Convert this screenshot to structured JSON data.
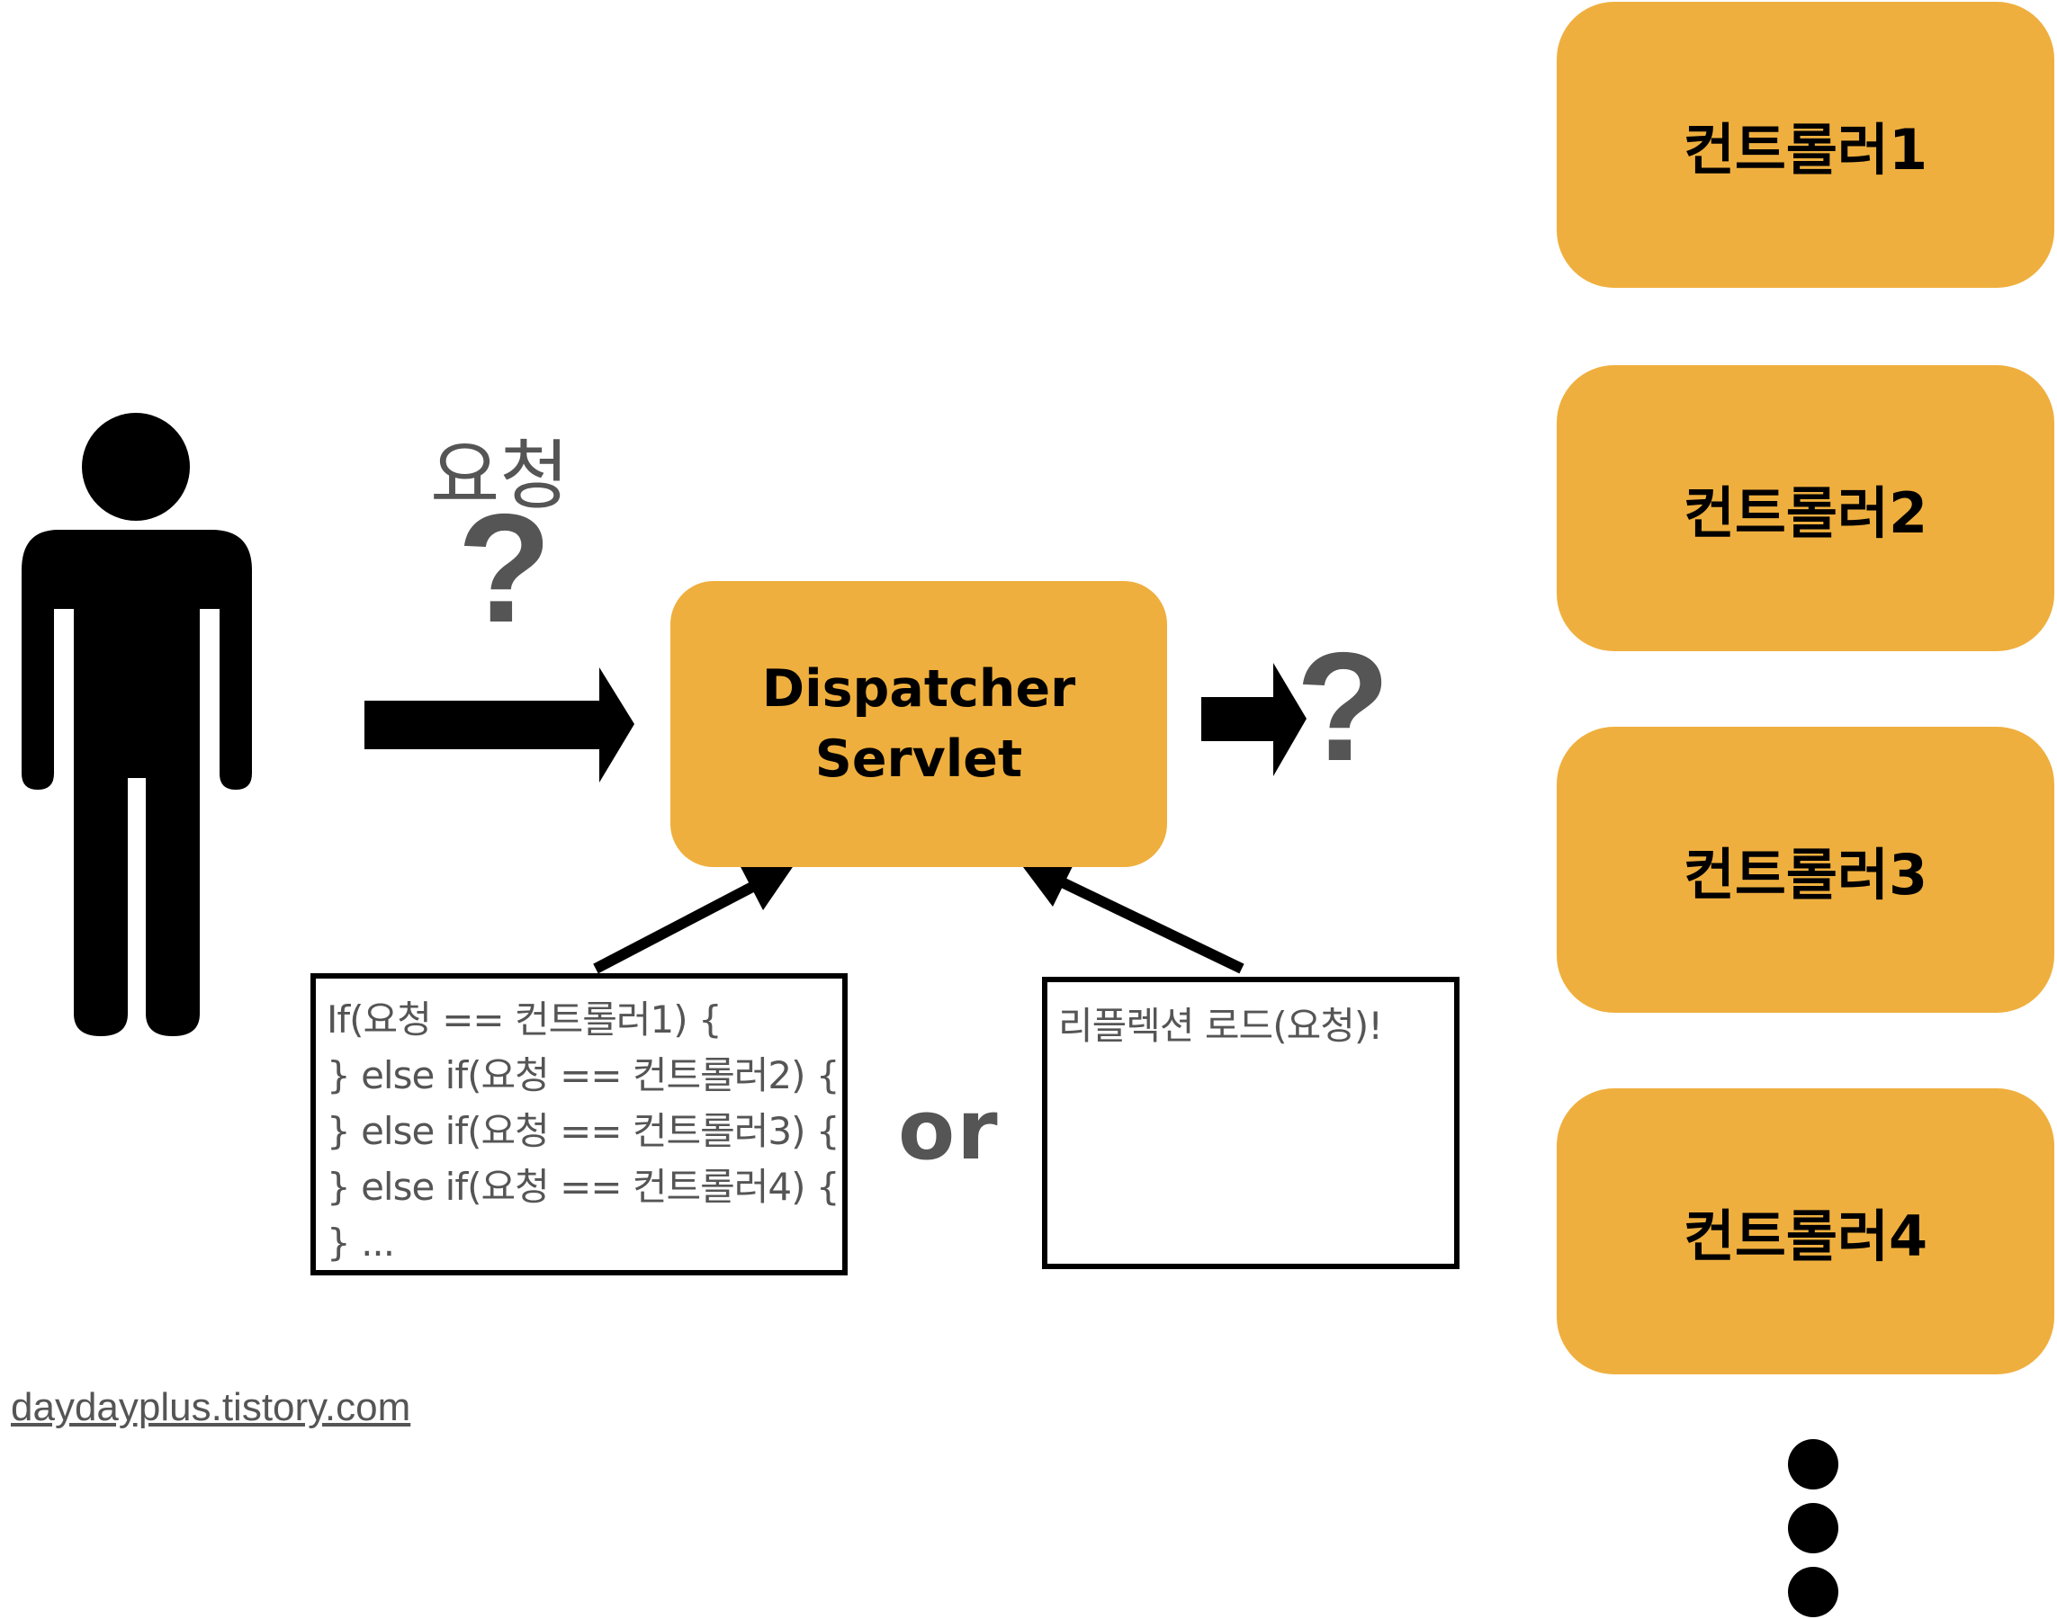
{
  "request_label": "요청",
  "request_question": "?",
  "dispatcher": {
    "line1": "Dispatcher",
    "line2": "Servlet"
  },
  "output_question": "?",
  "controllers": [
    {
      "label": "컨트롤러1"
    },
    {
      "label": "컨트롤러2"
    },
    {
      "label": "컨트롤러3"
    },
    {
      "label": "컨트롤러4"
    }
  ],
  "if_box_lines": [
    "If(요청 == 컨트롤러1) {",
    "} else if(요청 == 컨트롤러2) {",
    "} else if(요청 == 컨트롤러3) {",
    "} else if(요청 == 컨트롤러4) {",
    "} ..."
  ],
  "or_label": "or",
  "reflection_text": "리플렉션 로드(요청)!",
  "watermark": "daydayplus.tistory.com",
  "colors": {
    "box_orange": "#efaf3e",
    "text_grey": "#555555",
    "black": "#000000"
  },
  "icons": {
    "person": "person-icon",
    "ellipsis": "vertical-ellipsis-icon"
  }
}
